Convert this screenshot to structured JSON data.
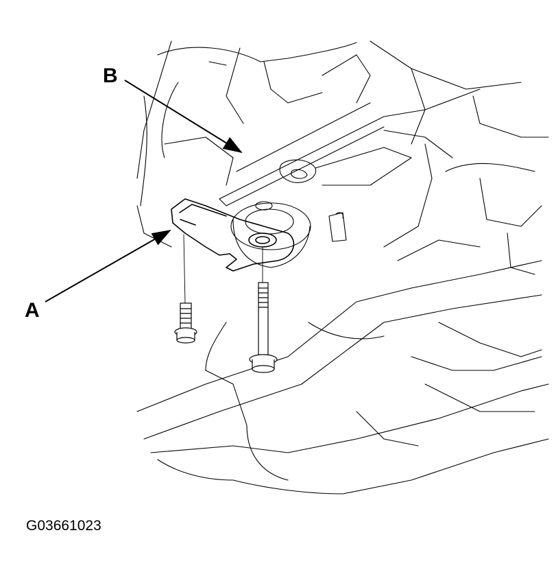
{
  "callouts": {
    "a": "A",
    "b": "B"
  },
  "figure_id": "G03661023",
  "colors": {
    "line": "#000000",
    "background": "#ffffff"
  },
  "icons": {
    "bolt": "bolt-icon"
  }
}
